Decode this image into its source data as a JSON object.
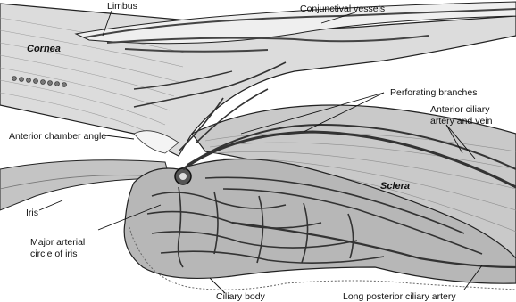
{
  "labels": {
    "limbus": "Limbus",
    "conjunctival_vessels": "Conjunctival vessels",
    "cornea": "Cornea",
    "perforating_branches": "Perforating branches",
    "anterior_ciliary_line1": "Anterior ciliary",
    "anterior_ciliary_line2": "artery and vein",
    "anterior_chamber_angle": "Anterior chamber angle",
    "sclera": "Sclera",
    "iris": "Iris",
    "major_arterial_line1": "Major arterial",
    "major_arterial_line2": "circle of iris",
    "ciliary_body": "Ciliary body",
    "long_posterior": "Long posterior ciliary artery"
  },
  "colors": {
    "ink": "#111111",
    "tissue_light": "#d9d9d9",
    "tissue_mid": "#bdbdbd",
    "vessel": "#555555",
    "background": "#ffffff"
  }
}
